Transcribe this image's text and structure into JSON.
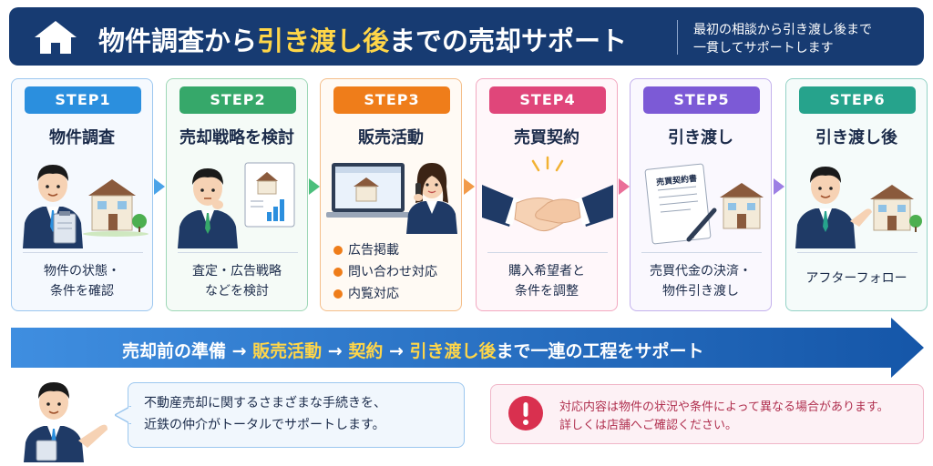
{
  "header": {
    "title_part1": "物件調査から",
    "title_highlight": "引き渡し後",
    "title_part2": "までの売却サポート",
    "subtitle_line1": "最初の相談から引き渡し後まで",
    "subtitle_line2": "一貫してサポートします"
  },
  "steps": [
    {
      "badge": "STEP1",
      "title": "物件調査",
      "desc_line1": "物件の状態・",
      "desc_line2": "条件を確認",
      "color": "#2b8fde",
      "illustration": "agent-with-clipboard-and-house"
    },
    {
      "badge": "STEP2",
      "title": "売却戦略を検討",
      "desc_line1": "査定・広告戦略",
      "desc_line2": "などを検討",
      "color": "#36a86a",
      "illustration": "agent-thinking-with-report"
    },
    {
      "badge": "STEP3",
      "title": "販売活動",
      "bullets": [
        "広告掲載",
        "問い合わせ対応",
        "内覧対応"
      ],
      "color": "#ef7d1a",
      "illustration": "laptop-listing-and-agent-on-phone"
    },
    {
      "badge": "STEP4",
      "title": "売買契約",
      "desc_line1": "購入希望者と",
      "desc_line2": "条件を調整",
      "color": "#e0467a",
      "illustration": "handshake"
    },
    {
      "badge": "STEP5",
      "title": "引き渡し",
      "doc_label": "売買契約書",
      "desc_line1": "売買代金の決済・",
      "desc_line2": "物件引き渡し",
      "color": "#7c5ad6",
      "illustration": "contract-document-and-house"
    },
    {
      "badge": "STEP6",
      "title": "引き渡し後",
      "desc_line1": "アフターフォロー",
      "color": "#26a38c",
      "illustration": "agent-gesturing-and-house"
    }
  ],
  "banner": {
    "part1": "売却前の準備 → ",
    "hl1": "販売活動",
    "part2": " → ",
    "hl2": "契約",
    "part3": " → ",
    "hl3": "引き渡し後",
    "part4": "まで一連の工程をサポート"
  },
  "bubble": {
    "line1": "不動産売却に関するさまざまな手続きを、",
    "line2": "近鉄の仲介がトータルでサポートします。"
  },
  "notice": {
    "line1": "対応内容は物件の状況や条件によって異なる場合があります。",
    "line2": "詳しくは店舗へご確認ください。"
  },
  "colors": {
    "header_bg": "#173b72",
    "highlight": "#ffd648",
    "banner_blue": "#1f6fc4",
    "notice_red": "#d9304f"
  }
}
